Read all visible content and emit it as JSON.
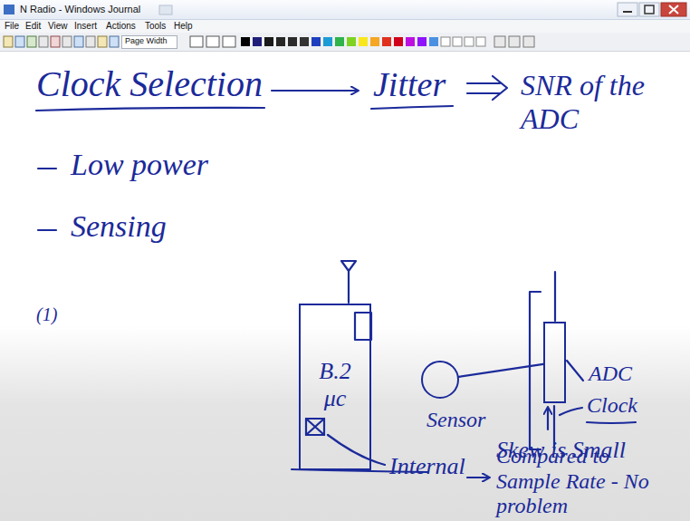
{
  "diagram": {
    "nodes": [
      {
        "text": [
          "B.2 μc"
        ]
      },
      {
        "text": [
          "Sensor"
        ]
      },
      {
        "text": [
          "ADC"
        ]
      }
    ],
    "edges": [
      {
        "from": 1,
        "to": 2,
        "arrow": "none"
      }
    ],
    "labels": [
      "N Radio - Windows Journal",
      "File",
      "Edit",
      "View",
      "Insert",
      "Actions",
      "Tools",
      "Help",
      "Page Width",
      "Clock Selection",
      "Jitter",
      "SNR of the ADC",
      "Low power",
      "Sensing",
      "(1)",
      "Internal",
      "Clock",
      "Skew is Small",
      "Compared to Sample Rate - No problem"
    ]
  }
}
